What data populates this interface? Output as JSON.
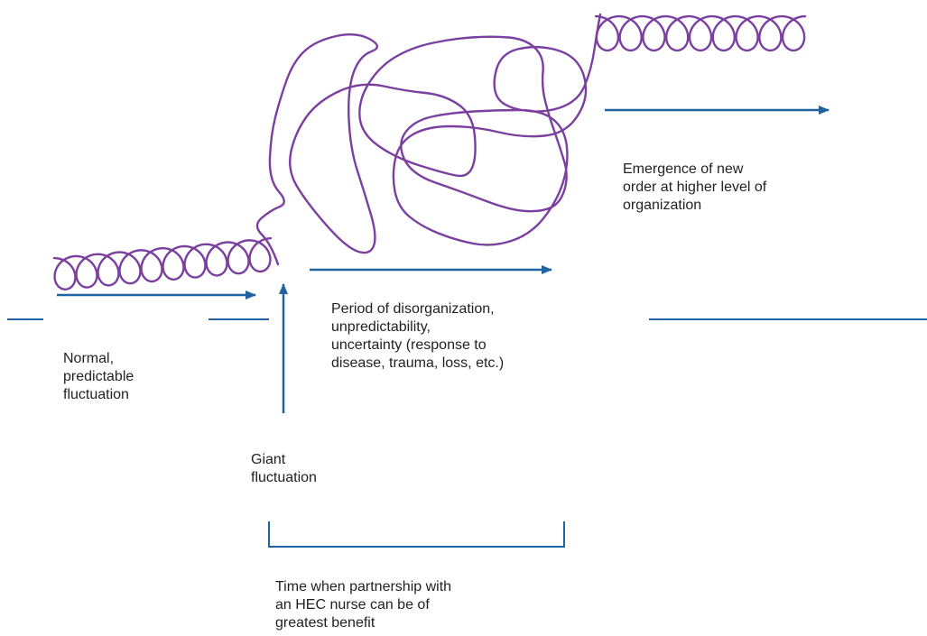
{
  "colors": {
    "coil": "#7b3fa0",
    "arrow": "#1f63a0",
    "text": "#231f20",
    "background": "#ffffff"
  },
  "labels": {
    "normal": "Normal,\npredictable\nfluctuation",
    "giant": "Giant\nfluctuation",
    "disorganization": "Period of disorganization,\nunpredictability,\nuncertainty (response to\ndisease, trauma, loss, etc.)",
    "emergence": "Emergence of new\norder at higher level of\norganization",
    "partnership": "Time when partnership with\nan HEC nurse can be of\ngreatest benefit"
  }
}
